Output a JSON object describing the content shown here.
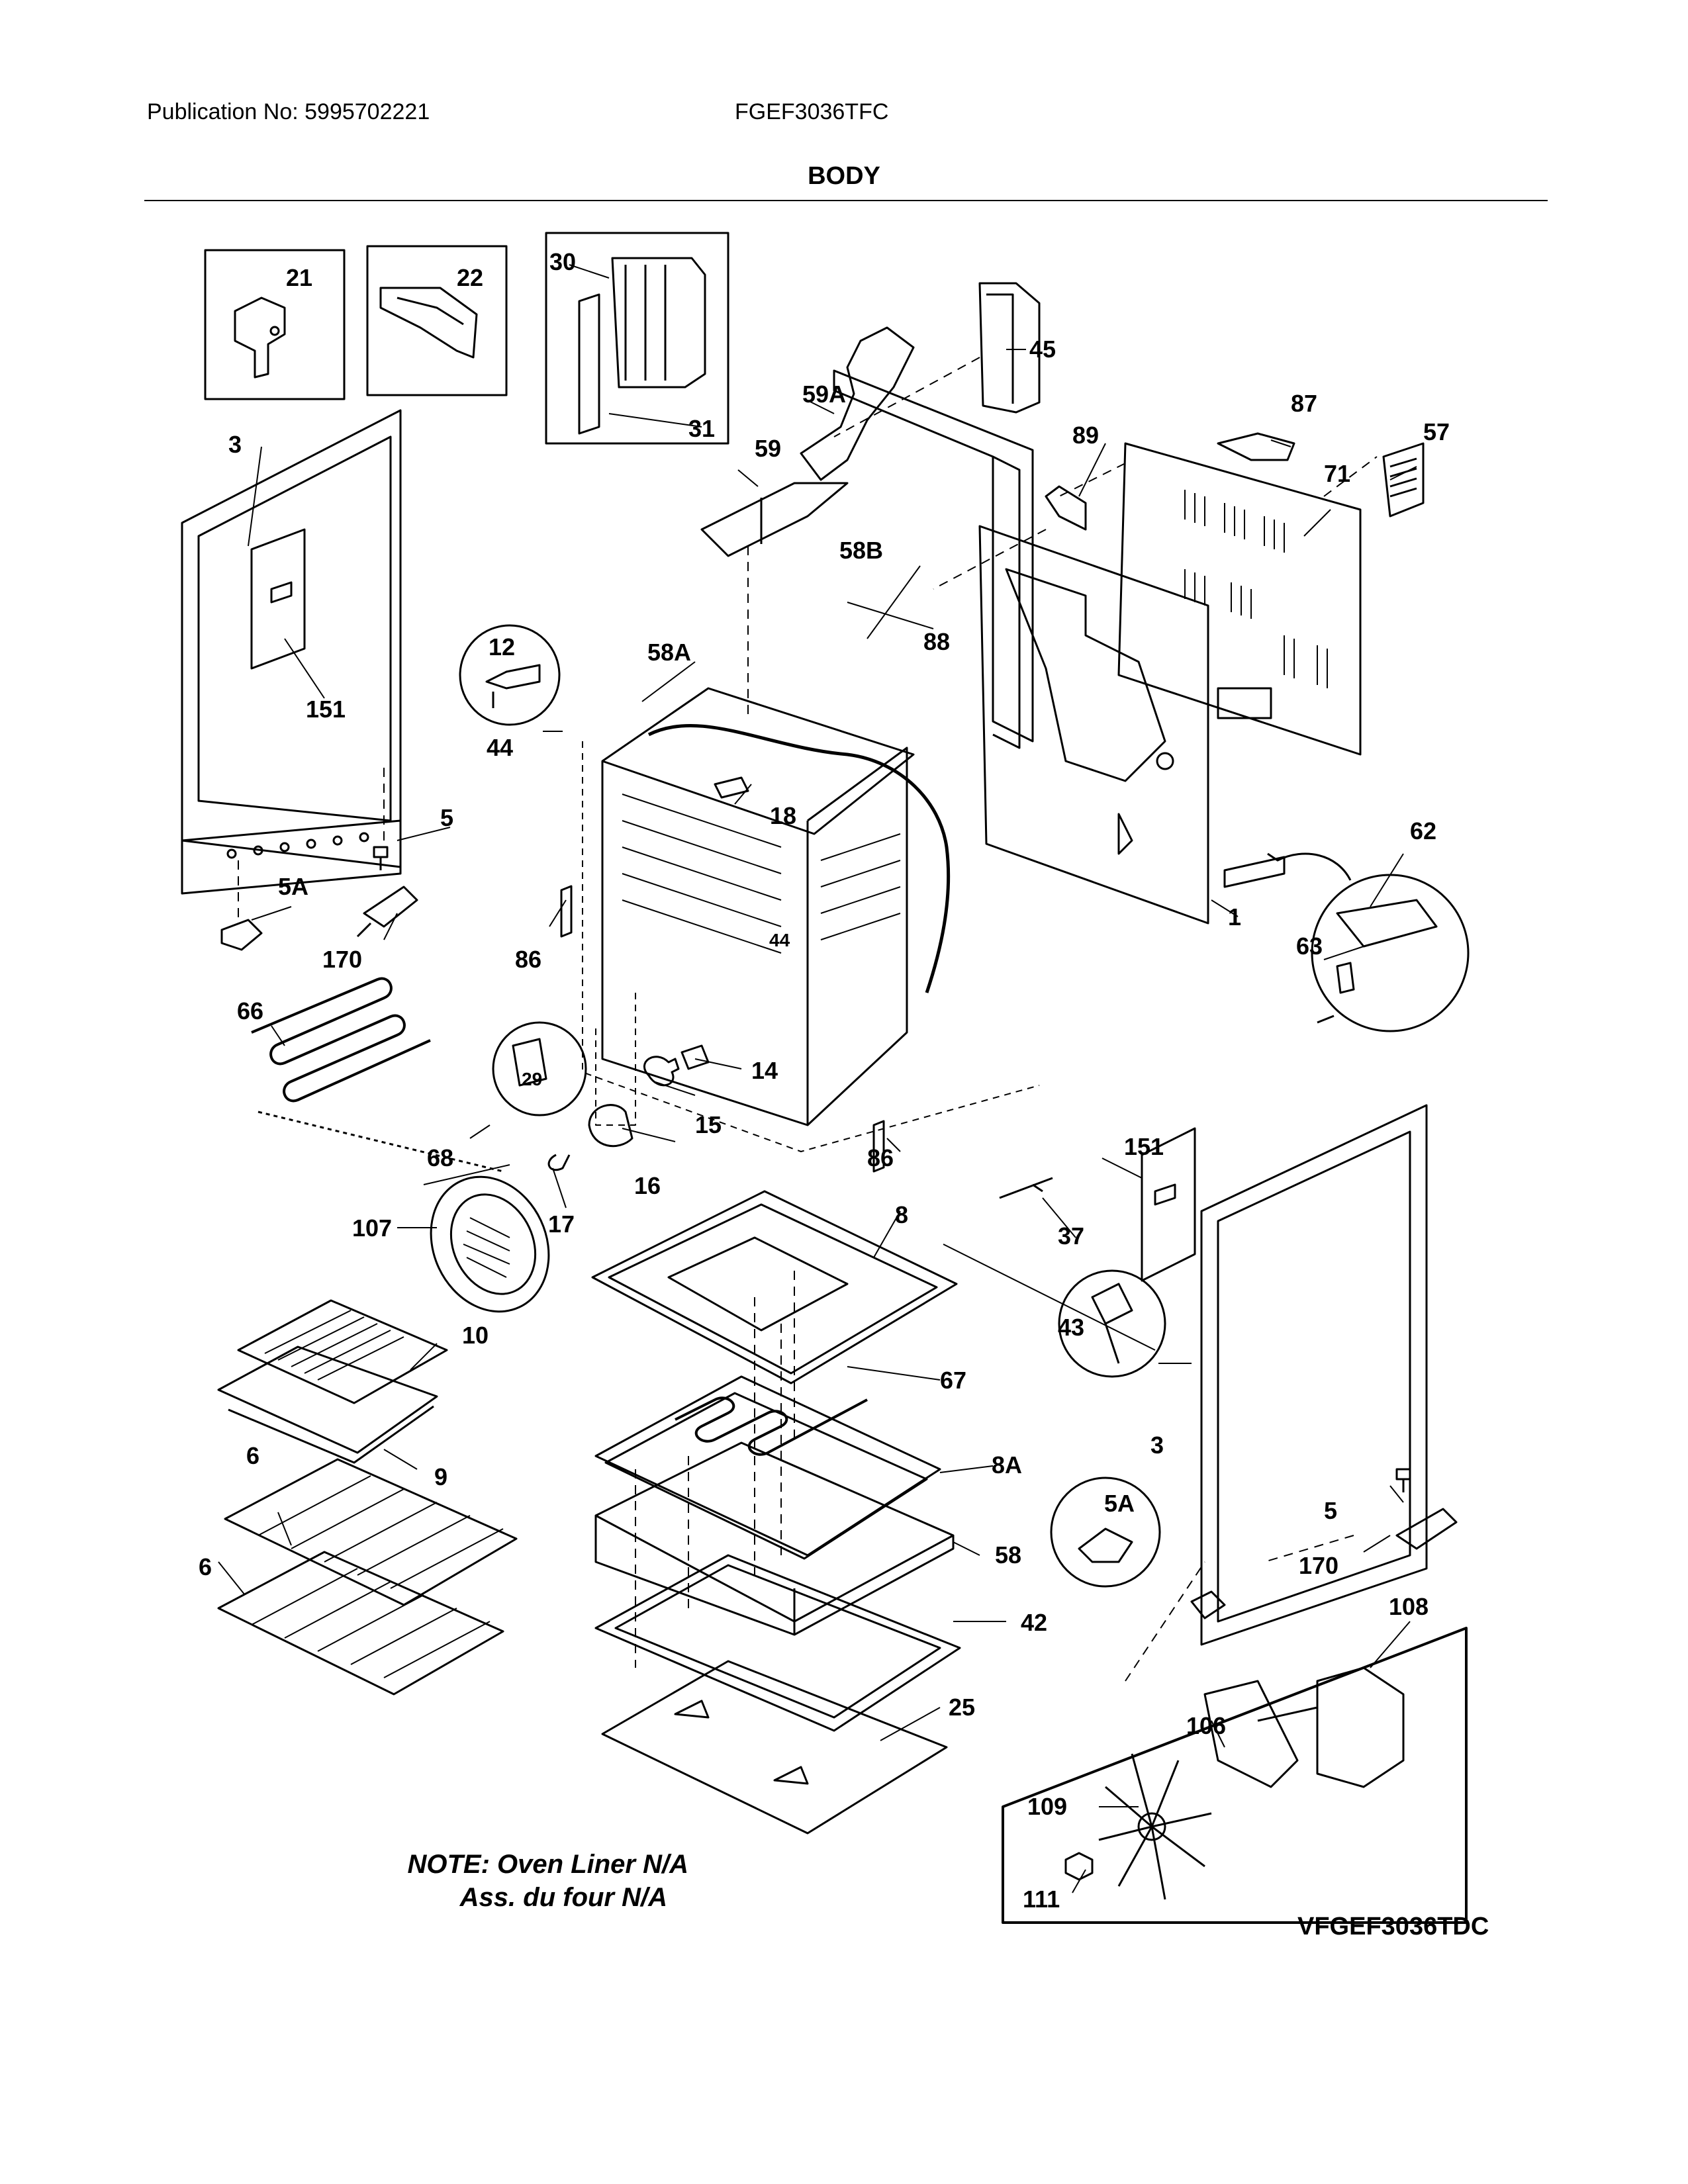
{
  "header": {
    "publication": "Publication No: 5995702221",
    "model": "FGEF3036TFC",
    "title": "BODY"
  },
  "note": {
    "line1": "NOTE: Oven Liner N/A",
    "line2": "Ass. du four N/A"
  },
  "fan_kit_code": "VFGEF3036TDC",
  "parts": [
    {
      "id": "21"
    },
    {
      "id": "22"
    },
    {
      "id": "30"
    },
    {
      "id": "31"
    },
    {
      "id": "45"
    },
    {
      "id": "59A"
    },
    {
      "id": "59"
    },
    {
      "id": "87"
    },
    {
      "id": "57"
    },
    {
      "id": "89"
    },
    {
      "id": "71"
    },
    {
      "id": "3"
    },
    {
      "id": "151"
    },
    {
      "id": "12"
    },
    {
      "id": "58A"
    },
    {
      "id": "58B"
    },
    {
      "id": "88"
    },
    {
      "id": "44"
    },
    {
      "id": "18"
    },
    {
      "id": "5"
    },
    {
      "id": "5A"
    },
    {
      "id": "170"
    },
    {
      "id": "86"
    },
    {
      "id": "62"
    },
    {
      "id": "1"
    },
    {
      "id": "63"
    },
    {
      "id": "66"
    },
    {
      "id": "29"
    },
    {
      "id": "14"
    },
    {
      "id": "15"
    },
    {
      "id": "16"
    },
    {
      "id": "17"
    },
    {
      "id": "68"
    },
    {
      "id": "107"
    },
    {
      "id": "37"
    },
    {
      "id": "8"
    },
    {
      "id": "43"
    },
    {
      "id": "10"
    },
    {
      "id": "67"
    },
    {
      "id": "9"
    },
    {
      "id": "8A"
    },
    {
      "id": "6"
    },
    {
      "id": "58"
    },
    {
      "id": "42"
    },
    {
      "id": "25"
    },
    {
      "id": "108"
    },
    {
      "id": "106"
    },
    {
      "id": "109"
    },
    {
      "id": "111"
    }
  ]
}
